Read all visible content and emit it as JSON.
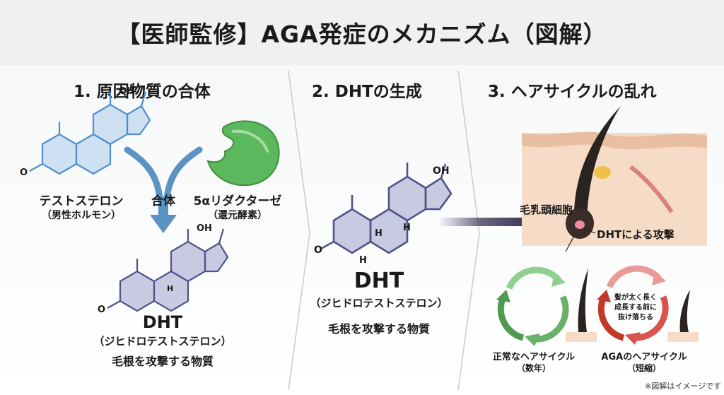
{
  "title": "【医師監修】AGA発症のメカニズム（図解）",
  "step1": {
    "title": "1. 原因物質の合体",
    "testosterone_name": "テストステロン",
    "testosterone_sub": "（男性ホルモン）",
    "combine_label": "合体",
    "enzyme_name": "5αリダクターゼ",
    "enzyme_sub": "（還元酵素）",
    "result_name": "DHT",
    "result_sub": "（ジヒドロテストステロン）",
    "result_desc": "毛根を攻撃する物質"
  },
  "step2": {
    "title": "2. DHTの生成",
    "name": "DHT",
    "sub": "（ジヒドロテストステロン）",
    "desc": "毛根を攻撃する物質"
  },
  "step3": {
    "title": "3. ヘアサイクルの乱れ",
    "papilla_label": "毛乳頭細胞",
    "attack_label": "DHTによる攻撃",
    "normal_cycle": "正常なヘアサイクル",
    "normal_sub": "（数年）",
    "aga_cycle": "AGAのヘアサイクル",
    "aga_sub": "（短縮）",
    "aga_note_1": "髪が太く長く",
    "aga_note_2": "成長する前に",
    "aga_note_3": "抜け落ちる"
  },
  "molecule_labels": {
    "oh": "OH",
    "o": "O",
    "h": "H"
  },
  "footnote": "※図解はイメージです",
  "colors": {
    "testosterone_ring": "#4d8fcf",
    "dht_ring": "#6b6f9e",
    "arrow_blue": "#5b94c4",
    "arrow_dark": "#2e2248",
    "enzyme_green": "#5cb85c",
    "cycle_green": "#6ab06a",
    "cycle_red": "#d9534f"
  }
}
